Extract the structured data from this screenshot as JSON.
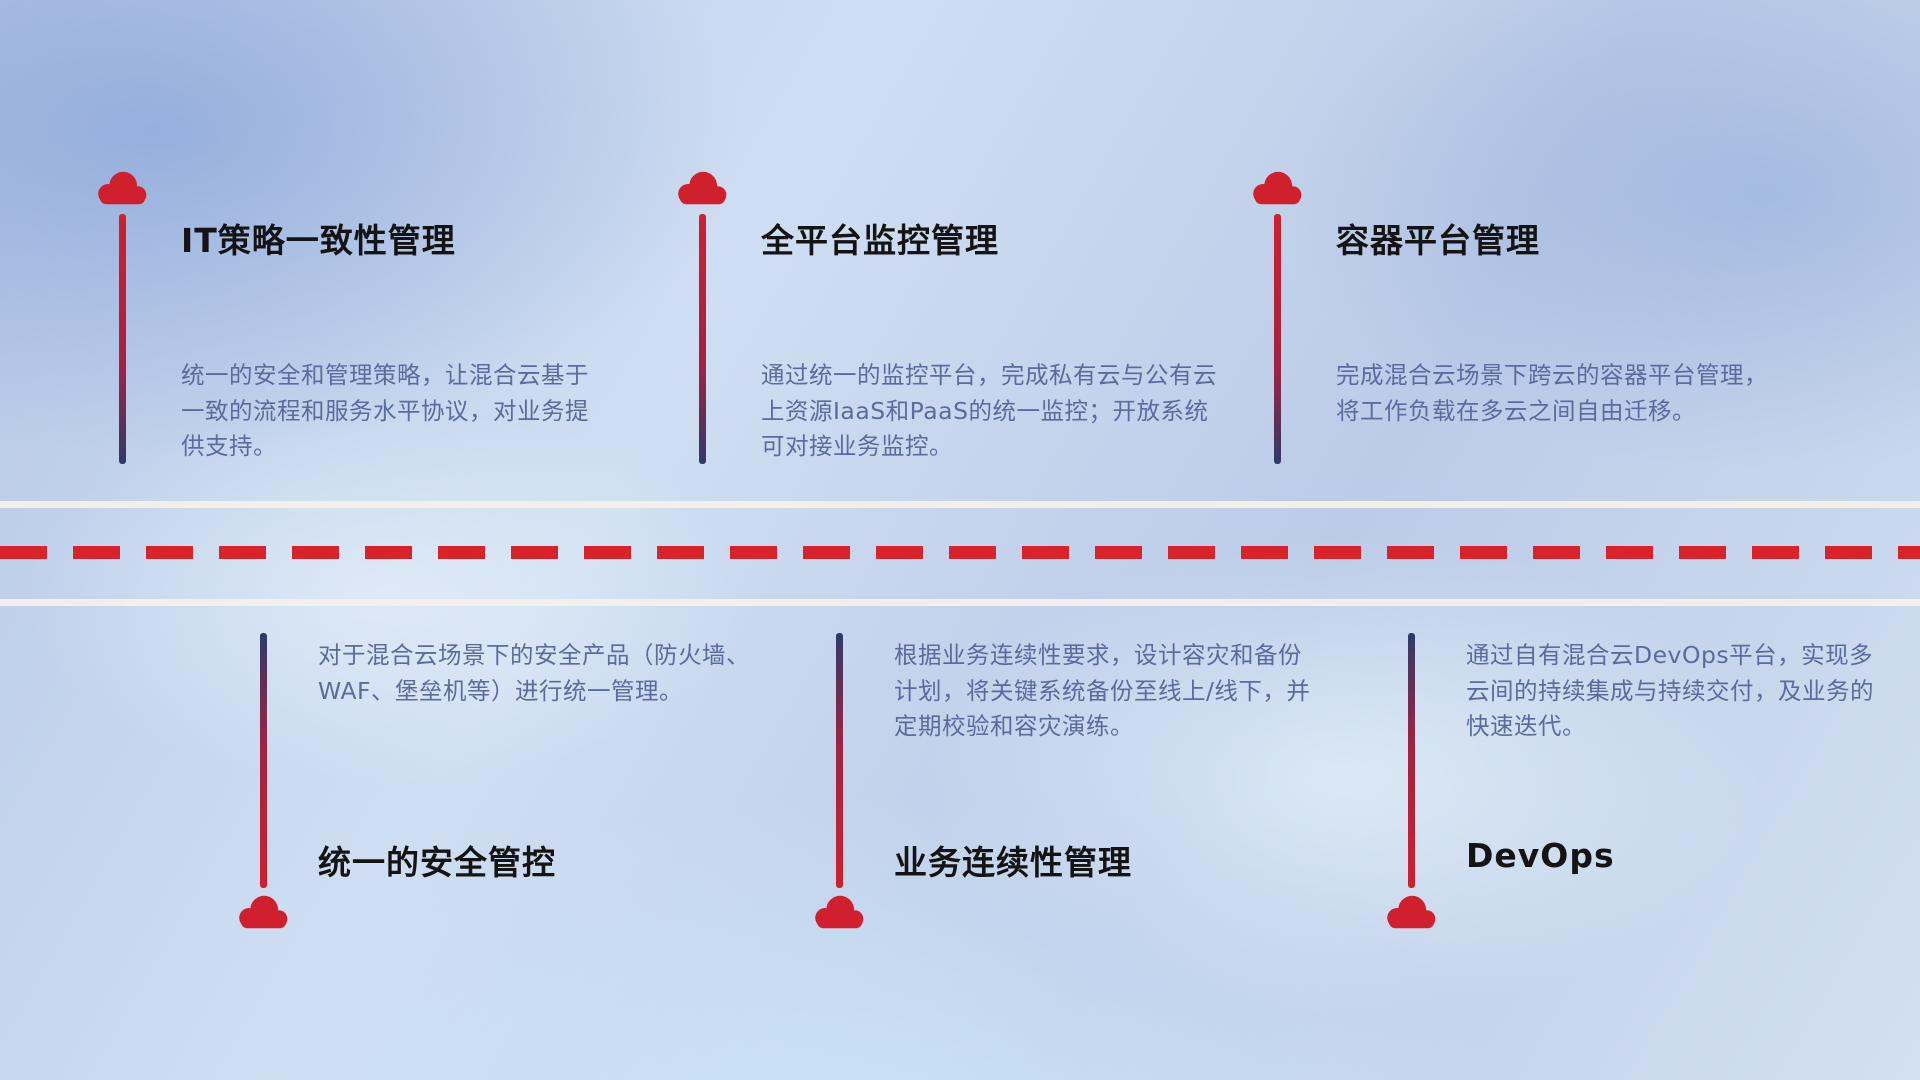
{
  "items": [
    {
      "id": "it-policy",
      "position": "top",
      "title": "IT策略一致性管理",
      "description": "统一的安全和管理策略，让混合云基于一致的流程和服务水平协议，对业务提供支持。"
    },
    {
      "id": "monitoring",
      "position": "top",
      "title": "全平台监控管理",
      "description": "通过统一的监控平台，完成私有云与公有云上资源IaaS和PaaS的统一监控；开放系统可对接业务监控。"
    },
    {
      "id": "container-platform",
      "position": "top",
      "title": "容器平台管理",
      "description": "完成混合云场景下跨云的容器平台管理，将工作负载在多云之间自由迁移。"
    },
    {
      "id": "security-control",
      "position": "bottom",
      "title": "统一的安全管控",
      "description": "对于混合云场景下的安全产品（防火墙、WAF、堡垒机等）进行统一管理。"
    },
    {
      "id": "business-continuity",
      "position": "bottom",
      "title": "业务连续性管理",
      "description": "根据业务连续性要求，设计容灾和备份计划，将关键系统备份至线上/线下，并定期校验和容灾演练。"
    },
    {
      "id": "devops",
      "position": "bottom",
      "title": "DevOps",
      "description": "通过自有混合云DevOps平台，实现多云间的持续集成与持续交付，及业务的快速迭代。"
    }
  ],
  "icons": {
    "item_marker": "cloud-icon"
  },
  "colors": {
    "accent_red": "#d0202e",
    "accent_navy": "#2e3a68",
    "dash_red": "#d8232a",
    "road_line": "#f4f0e8",
    "title_text": "#141414",
    "body_text": "#5a6b9e",
    "background_blue": "#c3d3ec"
  }
}
